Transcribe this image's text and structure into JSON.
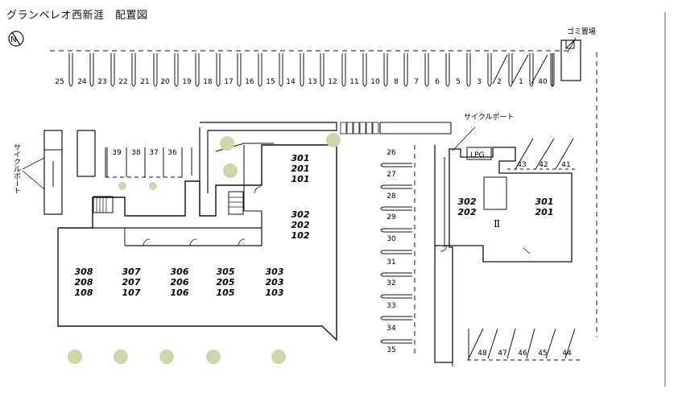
{
  "title": "グランベレオ西新涯　配置図",
  "labels": {
    "gomi": "ゴミ置場",
    "cycle_port_right": "サイクルポート",
    "cycle_port_left": "サイクルポート",
    "lpg": "LPG",
    "building_ii": "Ⅱ",
    "north": "N"
  },
  "parking_top": [
    "25",
    "24",
    "23",
    "22",
    "21",
    "20",
    "19",
    "18",
    "17",
    "16",
    "15",
    "14",
    "13",
    "12",
    "11",
    "10",
    "8",
    "7",
    "6",
    "5",
    "3",
    "2",
    "1",
    "40"
  ],
  "parking_mid": [
    "39",
    "38",
    "37",
    "36"
  ],
  "parking_right_col": [
    "26",
    "27",
    "28",
    "29",
    "30",
    "31",
    "32",
    "33",
    "34",
    "35"
  ],
  "parking_right_top": [
    "43",
    "42",
    "41"
  ],
  "parking_bottom_right": [
    "48",
    "47",
    "46",
    "45",
    "44"
  ],
  "units_main_right": [
    [
      "301",
      "201",
      "101"
    ],
    [
      "302",
      "202",
      "102"
    ]
  ],
  "units_main_bottom": [
    [
      "308",
      "208",
      "108"
    ],
    [
      "307",
      "207",
      "107"
    ],
    [
      "306",
      "206",
      "106"
    ],
    [
      "305",
      "205",
      "105"
    ],
    [
      "303",
      "203",
      "103"
    ]
  ],
  "units_building2": [
    [
      "302",
      "202"
    ],
    [
      "301",
      "201"
    ]
  ]
}
